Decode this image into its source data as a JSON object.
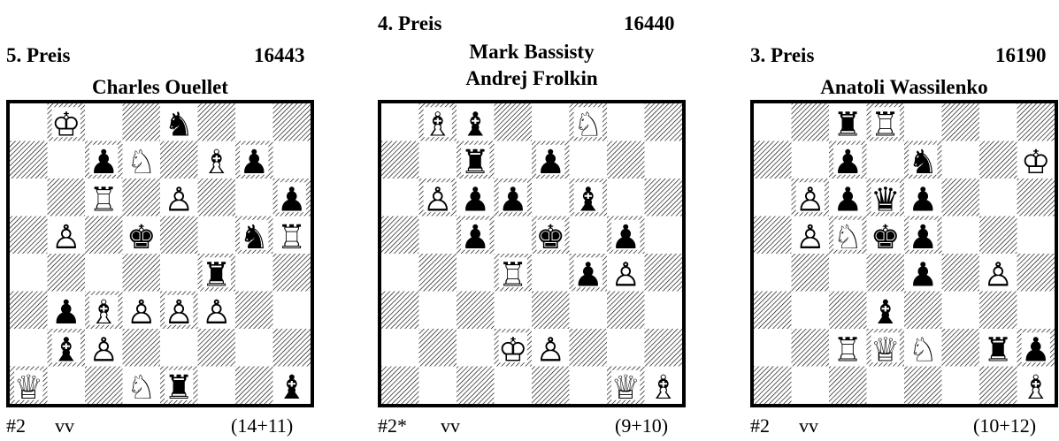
{
  "problems": [
    {
      "award": "5. Preis",
      "number": "16443",
      "composers": [
        "Charles Ouellet"
      ],
      "stipulation": "#2",
      "variant": "vv",
      "count": "(14+11)",
      "position": [
        "1K2n3",
        "2pN1Bp1",
        "2R1P2p",
        "1P1k2nR",
        "5r2",
        "1pBPPP2",
        "1bP5",
        "Q2Nr2b"
      ]
    },
    {
      "award": "4. Preis",
      "number": "16440",
      "composers": [
        "Mark Bassisty",
        "Andrej Frolkin"
      ],
      "stipulation": "#2*",
      "variant": "vv",
      "count": "(9+10)",
      "position": [
        "1Bb2N2",
        "2r1p3",
        "1Ppp1b2",
        "2p1k1p1",
        "3R1pP1",
        "8",
        "3KP3",
        "6QB"
      ]
    },
    {
      "award": "3. Preis",
      "number": "16190",
      "composers": [
        "Anatoli Wassilenko"
      ],
      "stipulation": "#2",
      "variant": "vv",
      "count": "(10+12)",
      "position": [
        "2rR4",
        "2p1n2K",
        "1Ppqp3",
        "1PNkp3",
        "4p1P1",
        "3b4",
        "2RQN1rp",
        "7B"
      ]
    }
  ]
}
